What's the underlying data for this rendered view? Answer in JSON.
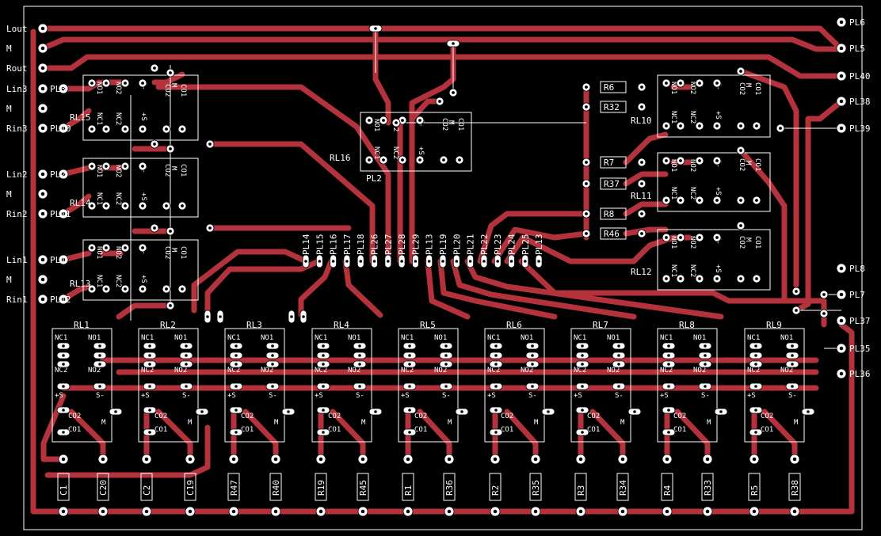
{
  "colors": {
    "board": "#000000",
    "copper": "#b4323c",
    "silk": "#ffffff"
  },
  "left_labels": [
    {
      "id": "lout",
      "text": "Lout"
    },
    {
      "id": "m1",
      "text": "M"
    },
    {
      "id": "rout",
      "text": "Rout"
    },
    {
      "id": "lin3",
      "text": "Lin3"
    },
    {
      "id": "m2",
      "text": "M"
    },
    {
      "id": "rin3",
      "text": "Rin3"
    },
    {
      "id": "lin2",
      "text": "Lin2"
    },
    {
      "id": "m3",
      "text": "M"
    },
    {
      "id": "rin2",
      "text": "Rin2"
    },
    {
      "id": "lin1",
      "text": "Lin1"
    },
    {
      "id": "m4",
      "text": "M"
    },
    {
      "id": "rin1",
      "text": "Rin1"
    }
  ],
  "pl_left": [
    "PL3",
    "PL10",
    "PL2",
    "PL11",
    "PL1",
    "PL12"
  ],
  "pl_right": [
    "PL6",
    "PL5",
    "PL40",
    "PL38",
    "PL39",
    "PL8",
    "PL7",
    "PL37",
    "PL35",
    "PL36"
  ],
  "header_pins": [
    "PL14",
    "PL15",
    "PL16",
    "PL17",
    "PL18",
    "PL26",
    "PL27",
    "PL28",
    "PL29",
    "PL13a",
    "PL19",
    "PL20",
    "PL21",
    "PL22",
    "PL23",
    "PL24",
    "PL25",
    "PL13b"
  ],
  "small_relays": {
    "names": [
      "RL15",
      "RL14",
      "RL13",
      "RL16",
      "RL10",
      "RL11",
      "RL12"
    ],
    "pins": {
      "no1": "NO1",
      "no2": "NO2",
      "nc1": "NC1",
      "nc2": "NC2",
      "sm": "S-",
      "sp": "+S",
      "co1": "CO1",
      "co2": "CO2",
      "m": "M"
    }
  },
  "pl2": "PL2",
  "big_relays": [
    "RL1",
    "RL2",
    "RL3",
    "RL4",
    "RL5",
    "RL6",
    "RL7",
    "RL8",
    "RL9"
  ],
  "big_pins": {
    "nc1": "NC1",
    "no1": "NO1",
    "nc2": "NC2",
    "no2": "NO2",
    "sp": "+S",
    "sm": "S-",
    "co2": "CO2",
    "co1": "CO1",
    "m": "M"
  },
  "bottom_parts": [
    "C1",
    "C20",
    "C2",
    "C19",
    "R47",
    "R40",
    "R19",
    "R45",
    "R1",
    "R36",
    "R2",
    "R35",
    "R3",
    "R34",
    "R4",
    "R33",
    "R5",
    "R38"
  ],
  "resistors": [
    "R6",
    "R32",
    "R7",
    "R37",
    "R8",
    "R46"
  ]
}
